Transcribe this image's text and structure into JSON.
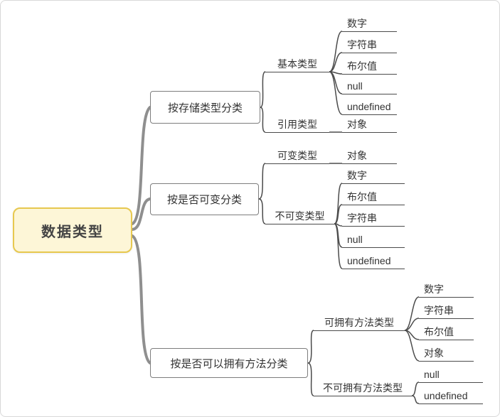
{
  "root": {
    "label": "数据类型"
  },
  "branches": [
    {
      "label": "按存储类型分类",
      "children": [
        {
          "label": "基本类型",
          "children": [
            {
              "label": "数字"
            },
            {
              "label": "字符串"
            },
            {
              "label": "布尔值"
            },
            {
              "label": "null"
            },
            {
              "label": "undefined"
            }
          ]
        },
        {
          "label": "引用类型",
          "children": [
            {
              "label": "对象"
            }
          ]
        }
      ]
    },
    {
      "label": "按是否可变分类",
      "children": [
        {
          "label": "可变类型",
          "children": [
            {
              "label": "对象"
            }
          ]
        },
        {
          "label": "不可变类型",
          "children": [
            {
              "label": "数字"
            },
            {
              "label": "布尔值"
            },
            {
              "label": "字符串"
            },
            {
              "label": "null"
            },
            {
              "label": "undefined"
            }
          ]
        }
      ]
    },
    {
      "label": "按是否可以拥有方法分类",
      "children": [
        {
          "label": "可拥有方法类型",
          "children": [
            {
              "label": "数字"
            },
            {
              "label": "字符串"
            },
            {
              "label": "布尔值"
            },
            {
              "label": "对象"
            }
          ]
        },
        {
          "label": "不可拥有方法类型",
          "children": [
            {
              "label": "null"
            },
            {
              "label": "undefined"
            }
          ]
        }
      ]
    }
  ],
  "colors": {
    "root_fill": "#FDF6D7",
    "root_border": "#E7C84F",
    "branch_box_border": "#7D7D7D",
    "line": "#4B4B4B",
    "root_connector": "#8F8F8F",
    "text": "#333333"
  }
}
